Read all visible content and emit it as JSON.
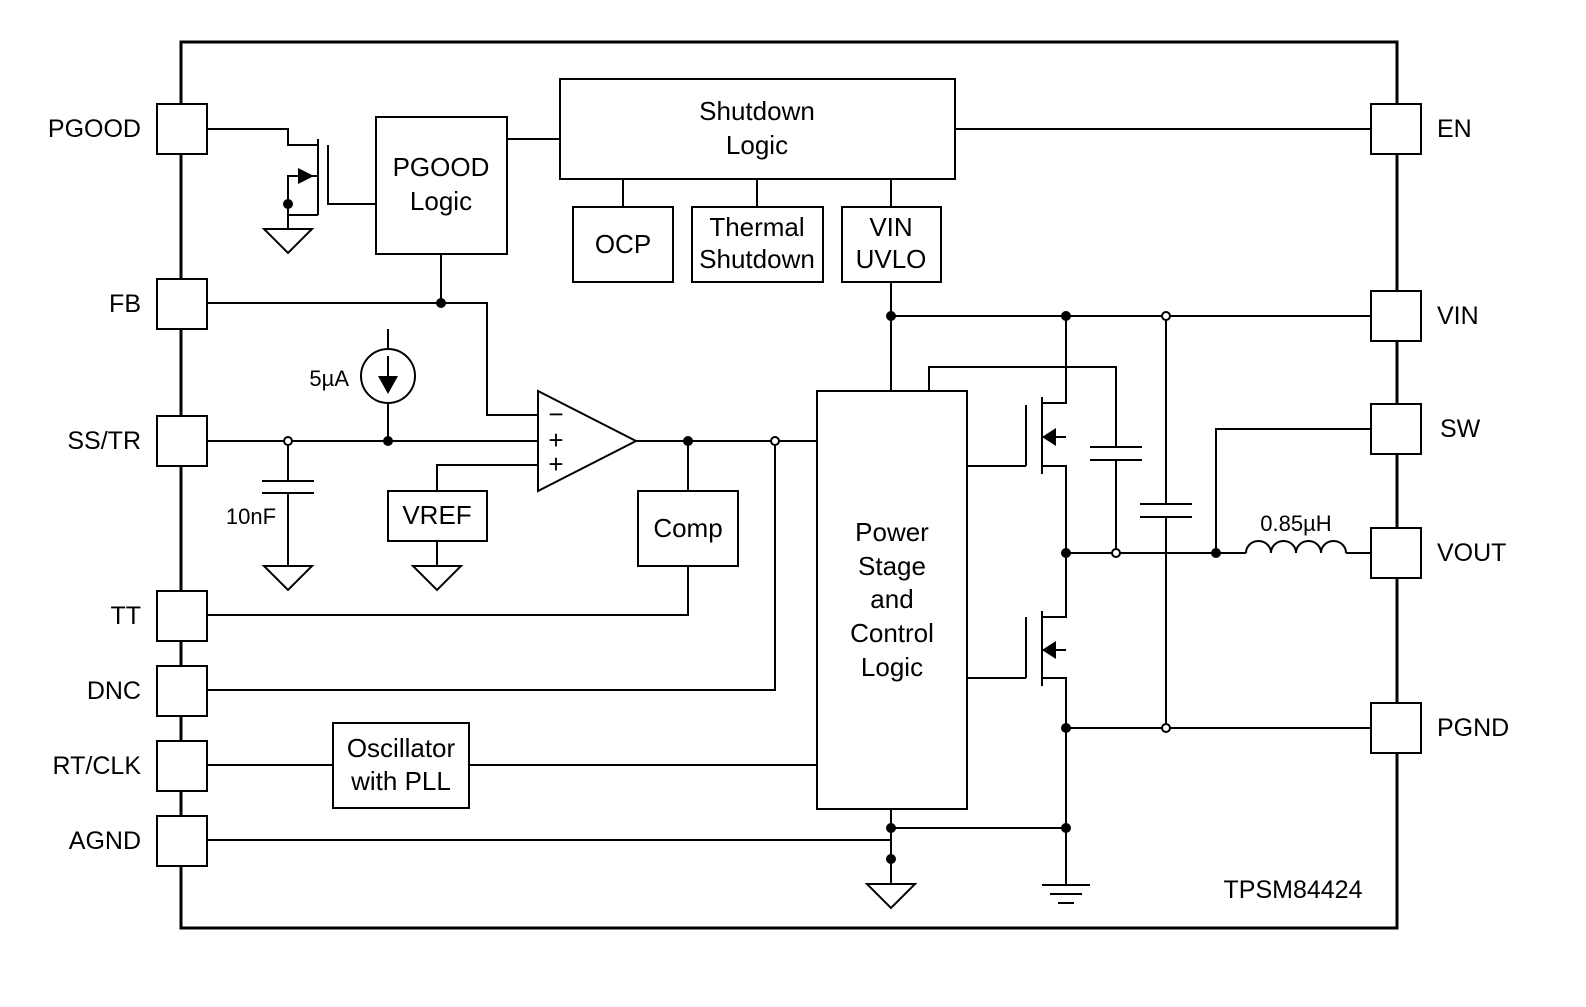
{
  "chip": {
    "part_number": "TPSM84424"
  },
  "pins_left": [
    "PGOOD",
    "FB",
    "SS/TR",
    "TT",
    "DNC",
    "RT/CLK",
    "AGND"
  ],
  "pins_right": [
    "EN",
    "VIN",
    "SW",
    "VOUT",
    "PGND"
  ],
  "blocks": {
    "shutdown_logic": [
      "Shutdown",
      "Logic"
    ],
    "pgood_logic": [
      "PGOOD",
      "Logic"
    ],
    "ocp": "OCP",
    "thermal_shutdown": [
      "Thermal",
      "Shutdown"
    ],
    "vin_uvlo": [
      "VIN",
      "UVLO"
    ],
    "vref": "VREF",
    "comp": "Comp",
    "oscillator": [
      "Oscillator",
      "with PLL"
    ],
    "power_stage": [
      "Power",
      "Stage",
      "and",
      "Control",
      "Logic"
    ]
  },
  "components": {
    "current_source": "5µA",
    "ss_capacitor": "10nF",
    "inductor": "0.85µH",
    "amp_inputs": [
      "−",
      "+",
      "+"
    ]
  }
}
